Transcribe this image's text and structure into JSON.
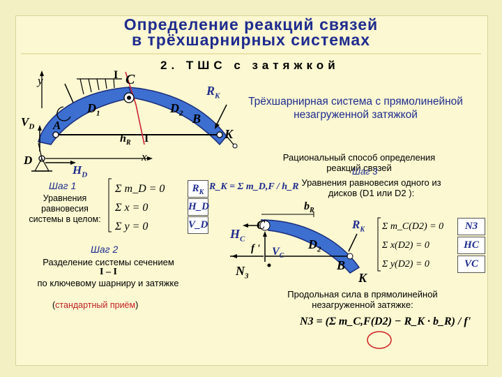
{
  "title_line1": "Определение реакций связей",
  "title_line2": "в трёхшарнирных системах",
  "subtitle": "2. ТШС с затяжкой",
  "description": "Трёхшарнирная система с прямолинейной незагруженной затяжкой",
  "rational_method": "Рациональный способ определения реакций связей",
  "step3": "Шаг 3",
  "equations_one_disk": "Уравнения равновесия одного из дисков (D1 или D2 ):",
  "step1": "Шаг 1",
  "equations_whole": "Уравнения равновесия системы в целом:",
  "step2": "Шаг 2",
  "section_text1": "Разделение системы сечением",
  "section_mark": "I – I",
  "section_text2": "по ключевому шарниру и затяжке",
  "standard_open": "(",
  "standard_trick": "стандартный приём",
  "standard_close": ")",
  "axial_force_text": "Продольная сила в прямолинейной незагруженной затяжке:",
  "eq_whole": [
    "Σ m_D = 0",
    "Σ x = 0",
    "Σ y = 0"
  ],
  "results_whole": [
    "R_K = Σ m_D,F / h_R",
    "H_D",
    "V_D"
  ],
  "eq_disk": [
    "Σ m_C(D2) = 0",
    "Σ x(D2) = 0",
    "Σ y(D2) = 0"
  ],
  "results_disk": [
    "N3",
    "HC",
    "VC"
  ],
  "formula": "N3 = (Σ m_C,F(D2) − R_K · b_R) / f'",
  "labels": {
    "y": "y",
    "VD": "V",
    "VD_sub": "D",
    "A": "A",
    "D": "D",
    "HD": "H",
    "HD_sub": "D",
    "I_top": "I",
    "I_bottom": "I",
    "C": "C",
    "D1": "D",
    "D1_sub": "1",
    "D2": "D",
    "D2_sub": "2",
    "RK": "R",
    "RK_sub": "K",
    "B": "B",
    "K": "K",
    "hR": "h",
    "hR_sub": "R",
    "x": "x",
    "bR": "b",
    "bR_sub": "R",
    "HC": "H",
    "HC_sub": "C",
    "fprime": "f '",
    "VC": "V",
    "VC_sub": "C",
    "N3": "N",
    "N3_sub": "3"
  },
  "colors": {
    "title": "#1f2c8e",
    "disk": "#3c6fd0",
    "result_box": "#1f2c8e",
    "background": "#f3f0c4"
  }
}
